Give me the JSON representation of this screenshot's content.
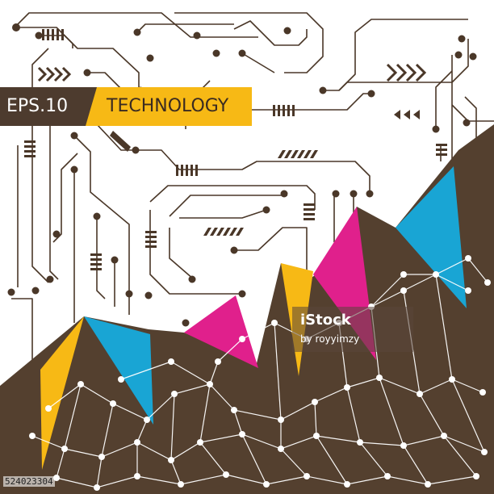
{
  "banner": {
    "eps_label": "EPS.10",
    "title": "TECHNOLOGY"
  },
  "watermark": {
    "logo_text": "iStock",
    "credit": "by royyimzy"
  },
  "stock_id": "524023304",
  "colors": {
    "brown": "#54402f",
    "yellow": "#f7b915",
    "cyan": "#19a5d4",
    "magenta": "#e0208c",
    "circuit": "#4a3728",
    "white": "#ffffff"
  },
  "icons": [
    "chevron-right-arrows-icon",
    "chevron-left-arrows-icon",
    "circuit-trace-icon"
  ]
}
